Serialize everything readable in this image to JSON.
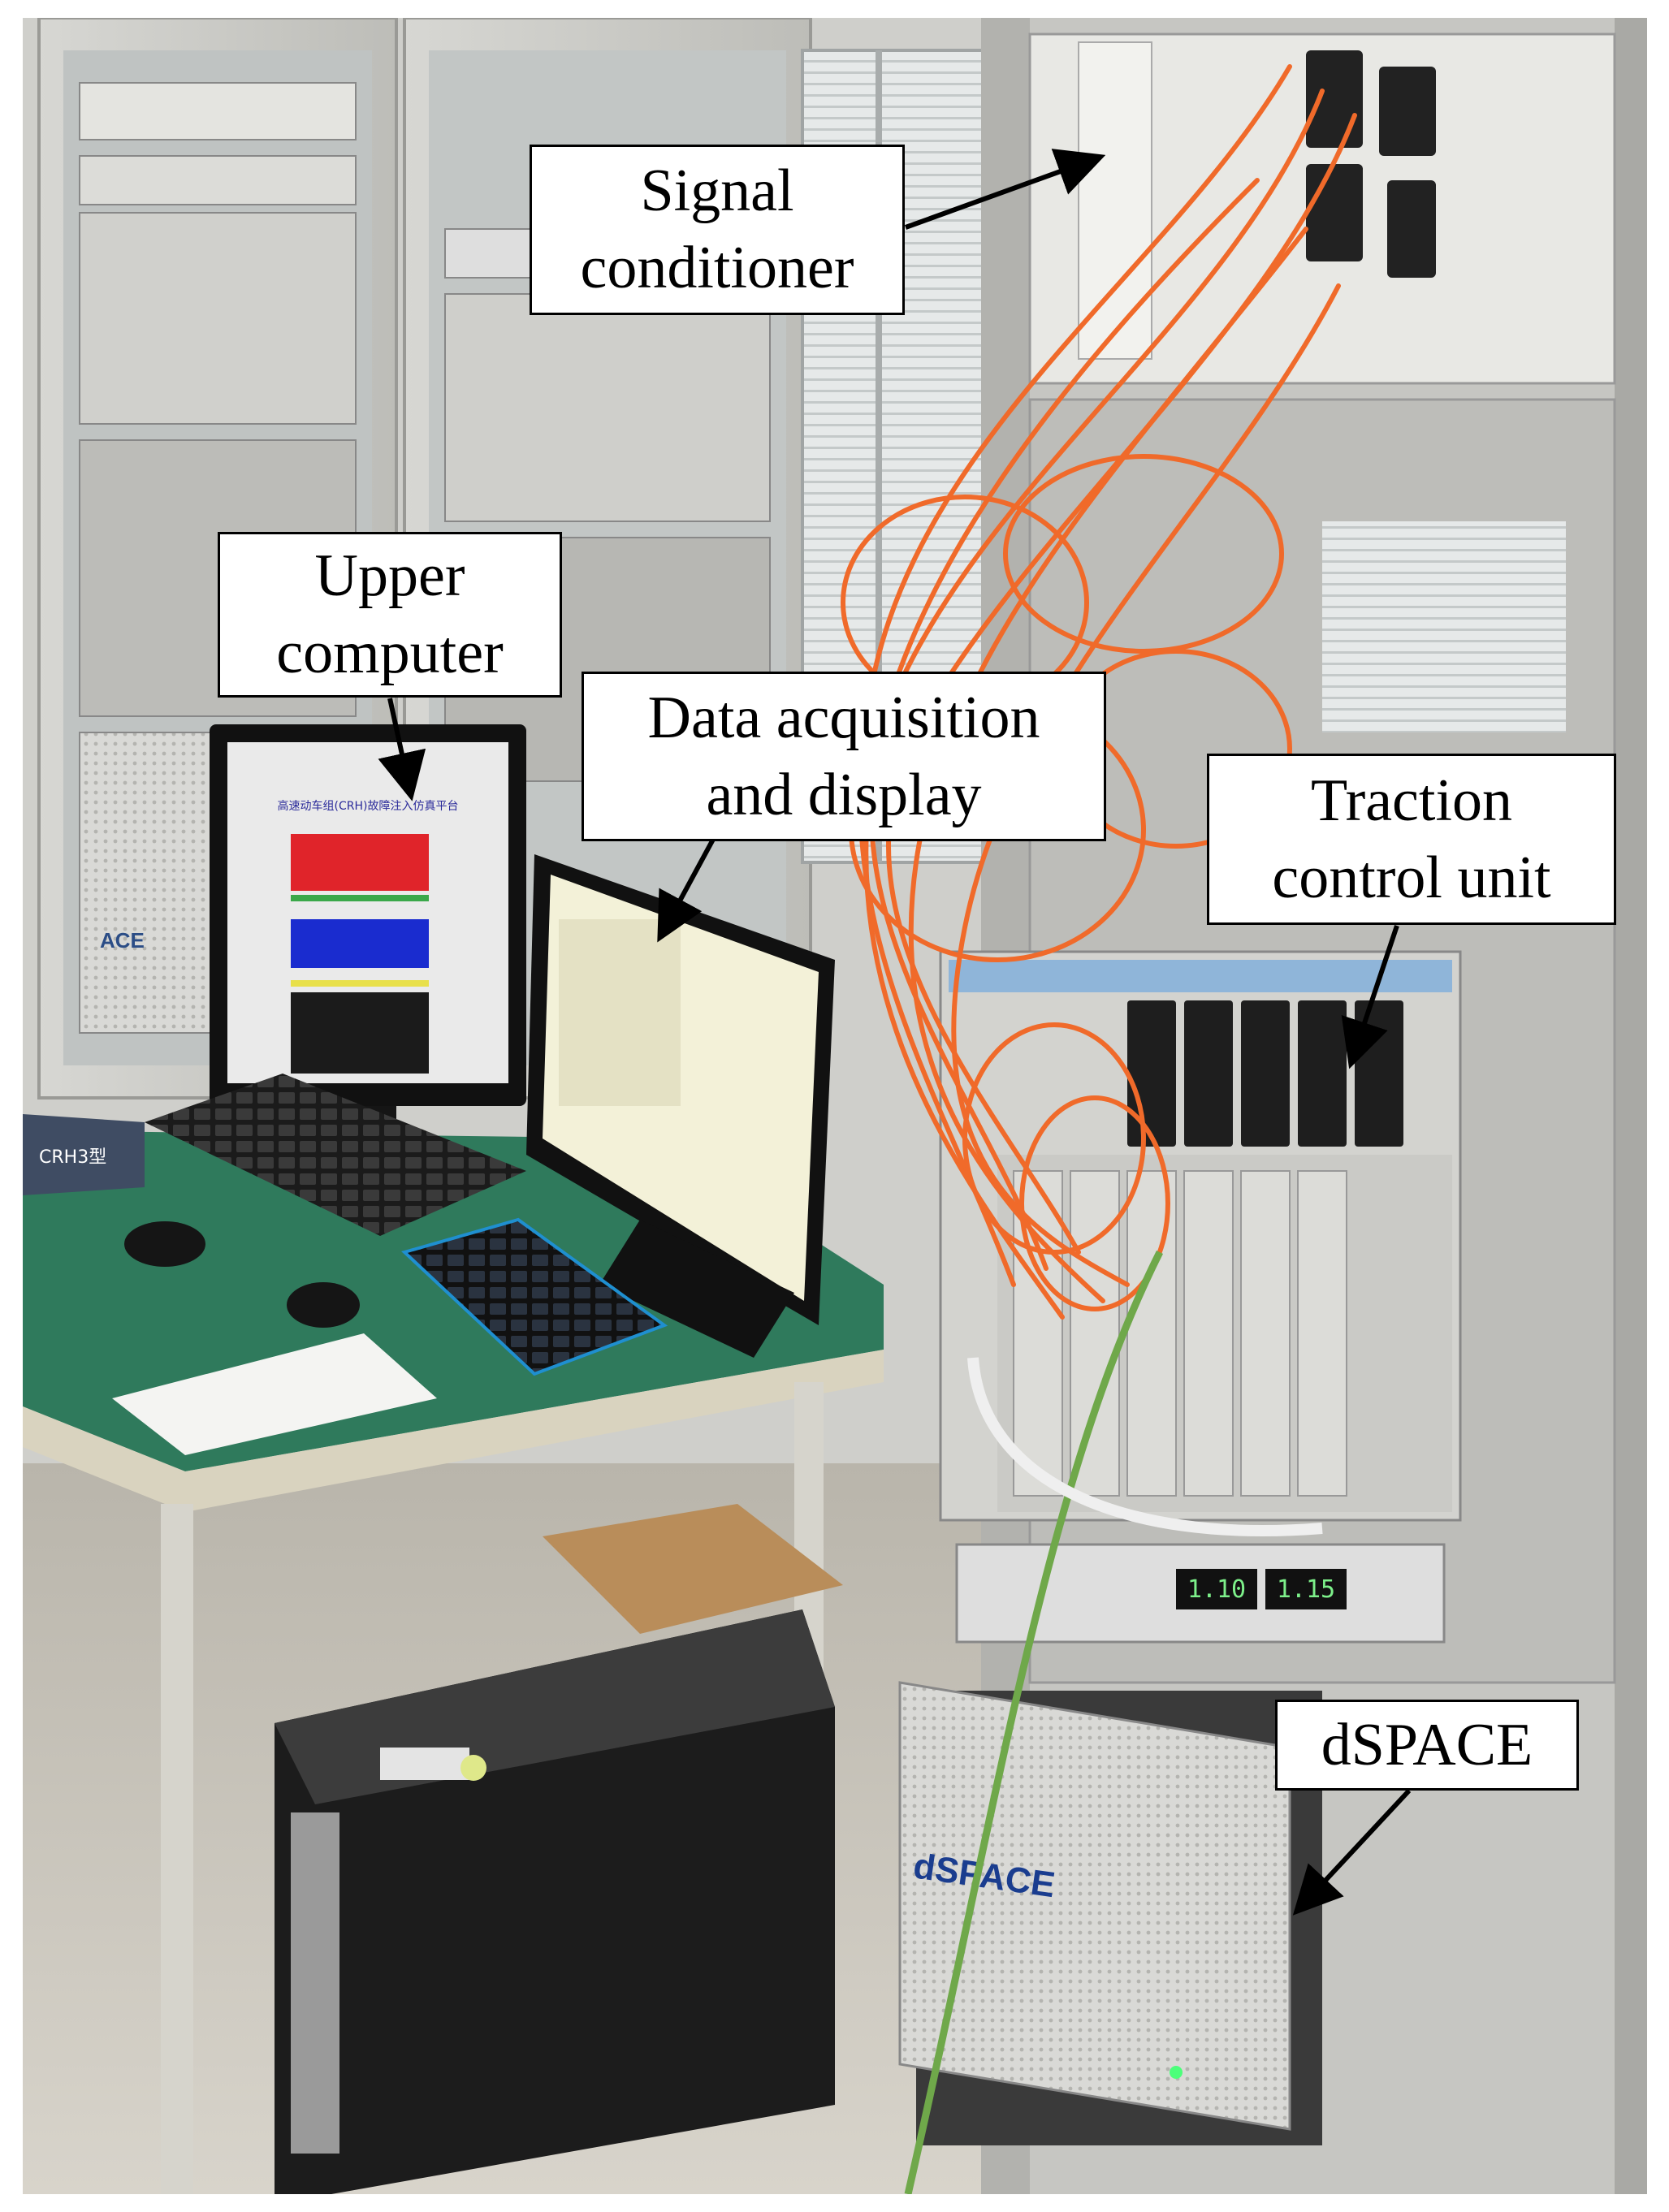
{
  "figure": {
    "labels": {
      "signal_conditioner": [
        "Signal",
        "conditioner"
      ],
      "upper_computer": [
        "Upper",
        "computer"
      ],
      "data_acquisition": [
        "Data acquisition",
        "and display"
      ],
      "traction_control_unit": [
        "Traction",
        "control unit"
      ],
      "dspace": [
        "dSPACE"
      ]
    },
    "photo_text": {
      "rack_logo": "dSPACE",
      "left_logo": "ACE",
      "book_label": "CRH3型",
      "screen_title": "高速动车组(CRH)故障注入仿真平台",
      "readout_left": "1.10",
      "readout_right": "1.15"
    },
    "colors": {
      "fiber_cable": "#f06a2a",
      "green_cable": "#6fa84a",
      "desk_surface": "#2f7a5c",
      "screen_red": "#e0242a",
      "screen_blue": "#1a2ccf",
      "screen_yellow": "#e8e04a",
      "screen_green": "#3aa84a",
      "callout_border": "#000000",
      "arrow": "#000000"
    }
  }
}
